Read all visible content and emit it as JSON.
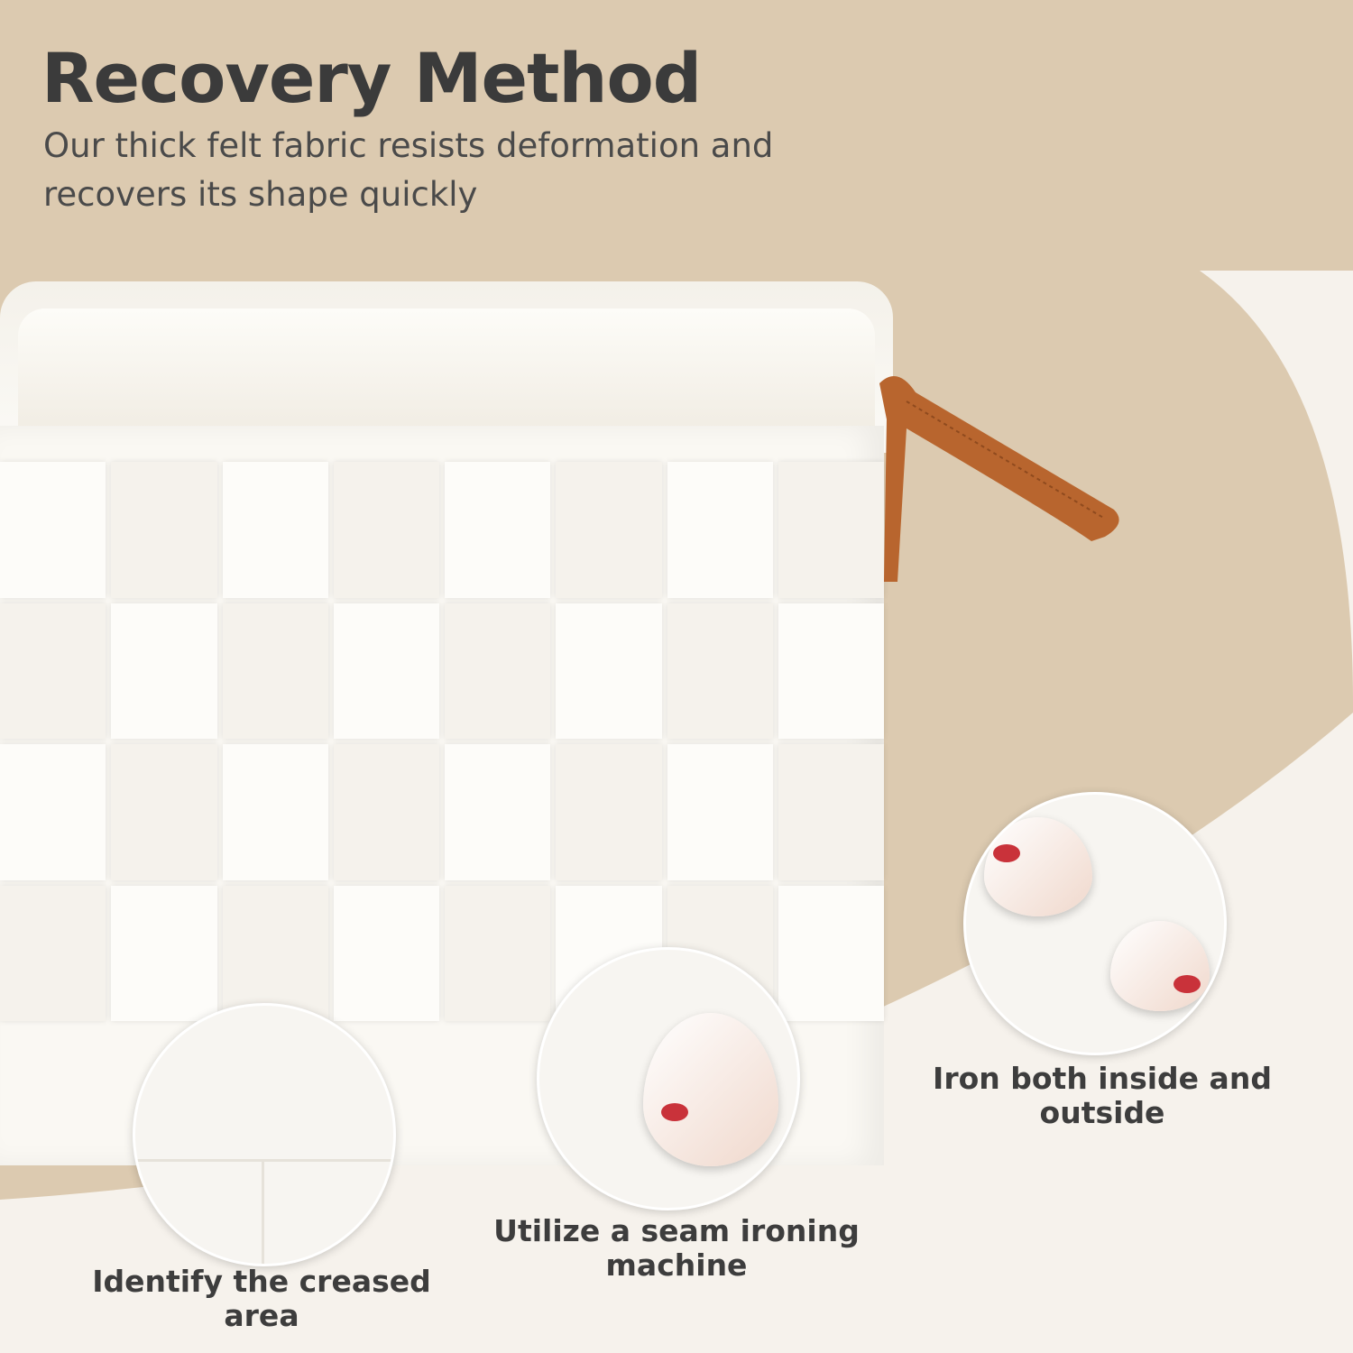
{
  "header": {
    "title": "Recovery Method",
    "subtitle": "Our thick felt fabric resists deformation and recovers its shape quickly"
  },
  "steps": [
    {
      "label": "Identify the creased area"
    },
    {
      "label": "Utilize a seam ironing machine"
    },
    {
      "label": "Iron both inside and outside"
    }
  ],
  "colors": {
    "background": "#dccab0",
    "curve": "#f6f2ec",
    "handle": "#b8652e",
    "text": "#3b3b3b"
  }
}
